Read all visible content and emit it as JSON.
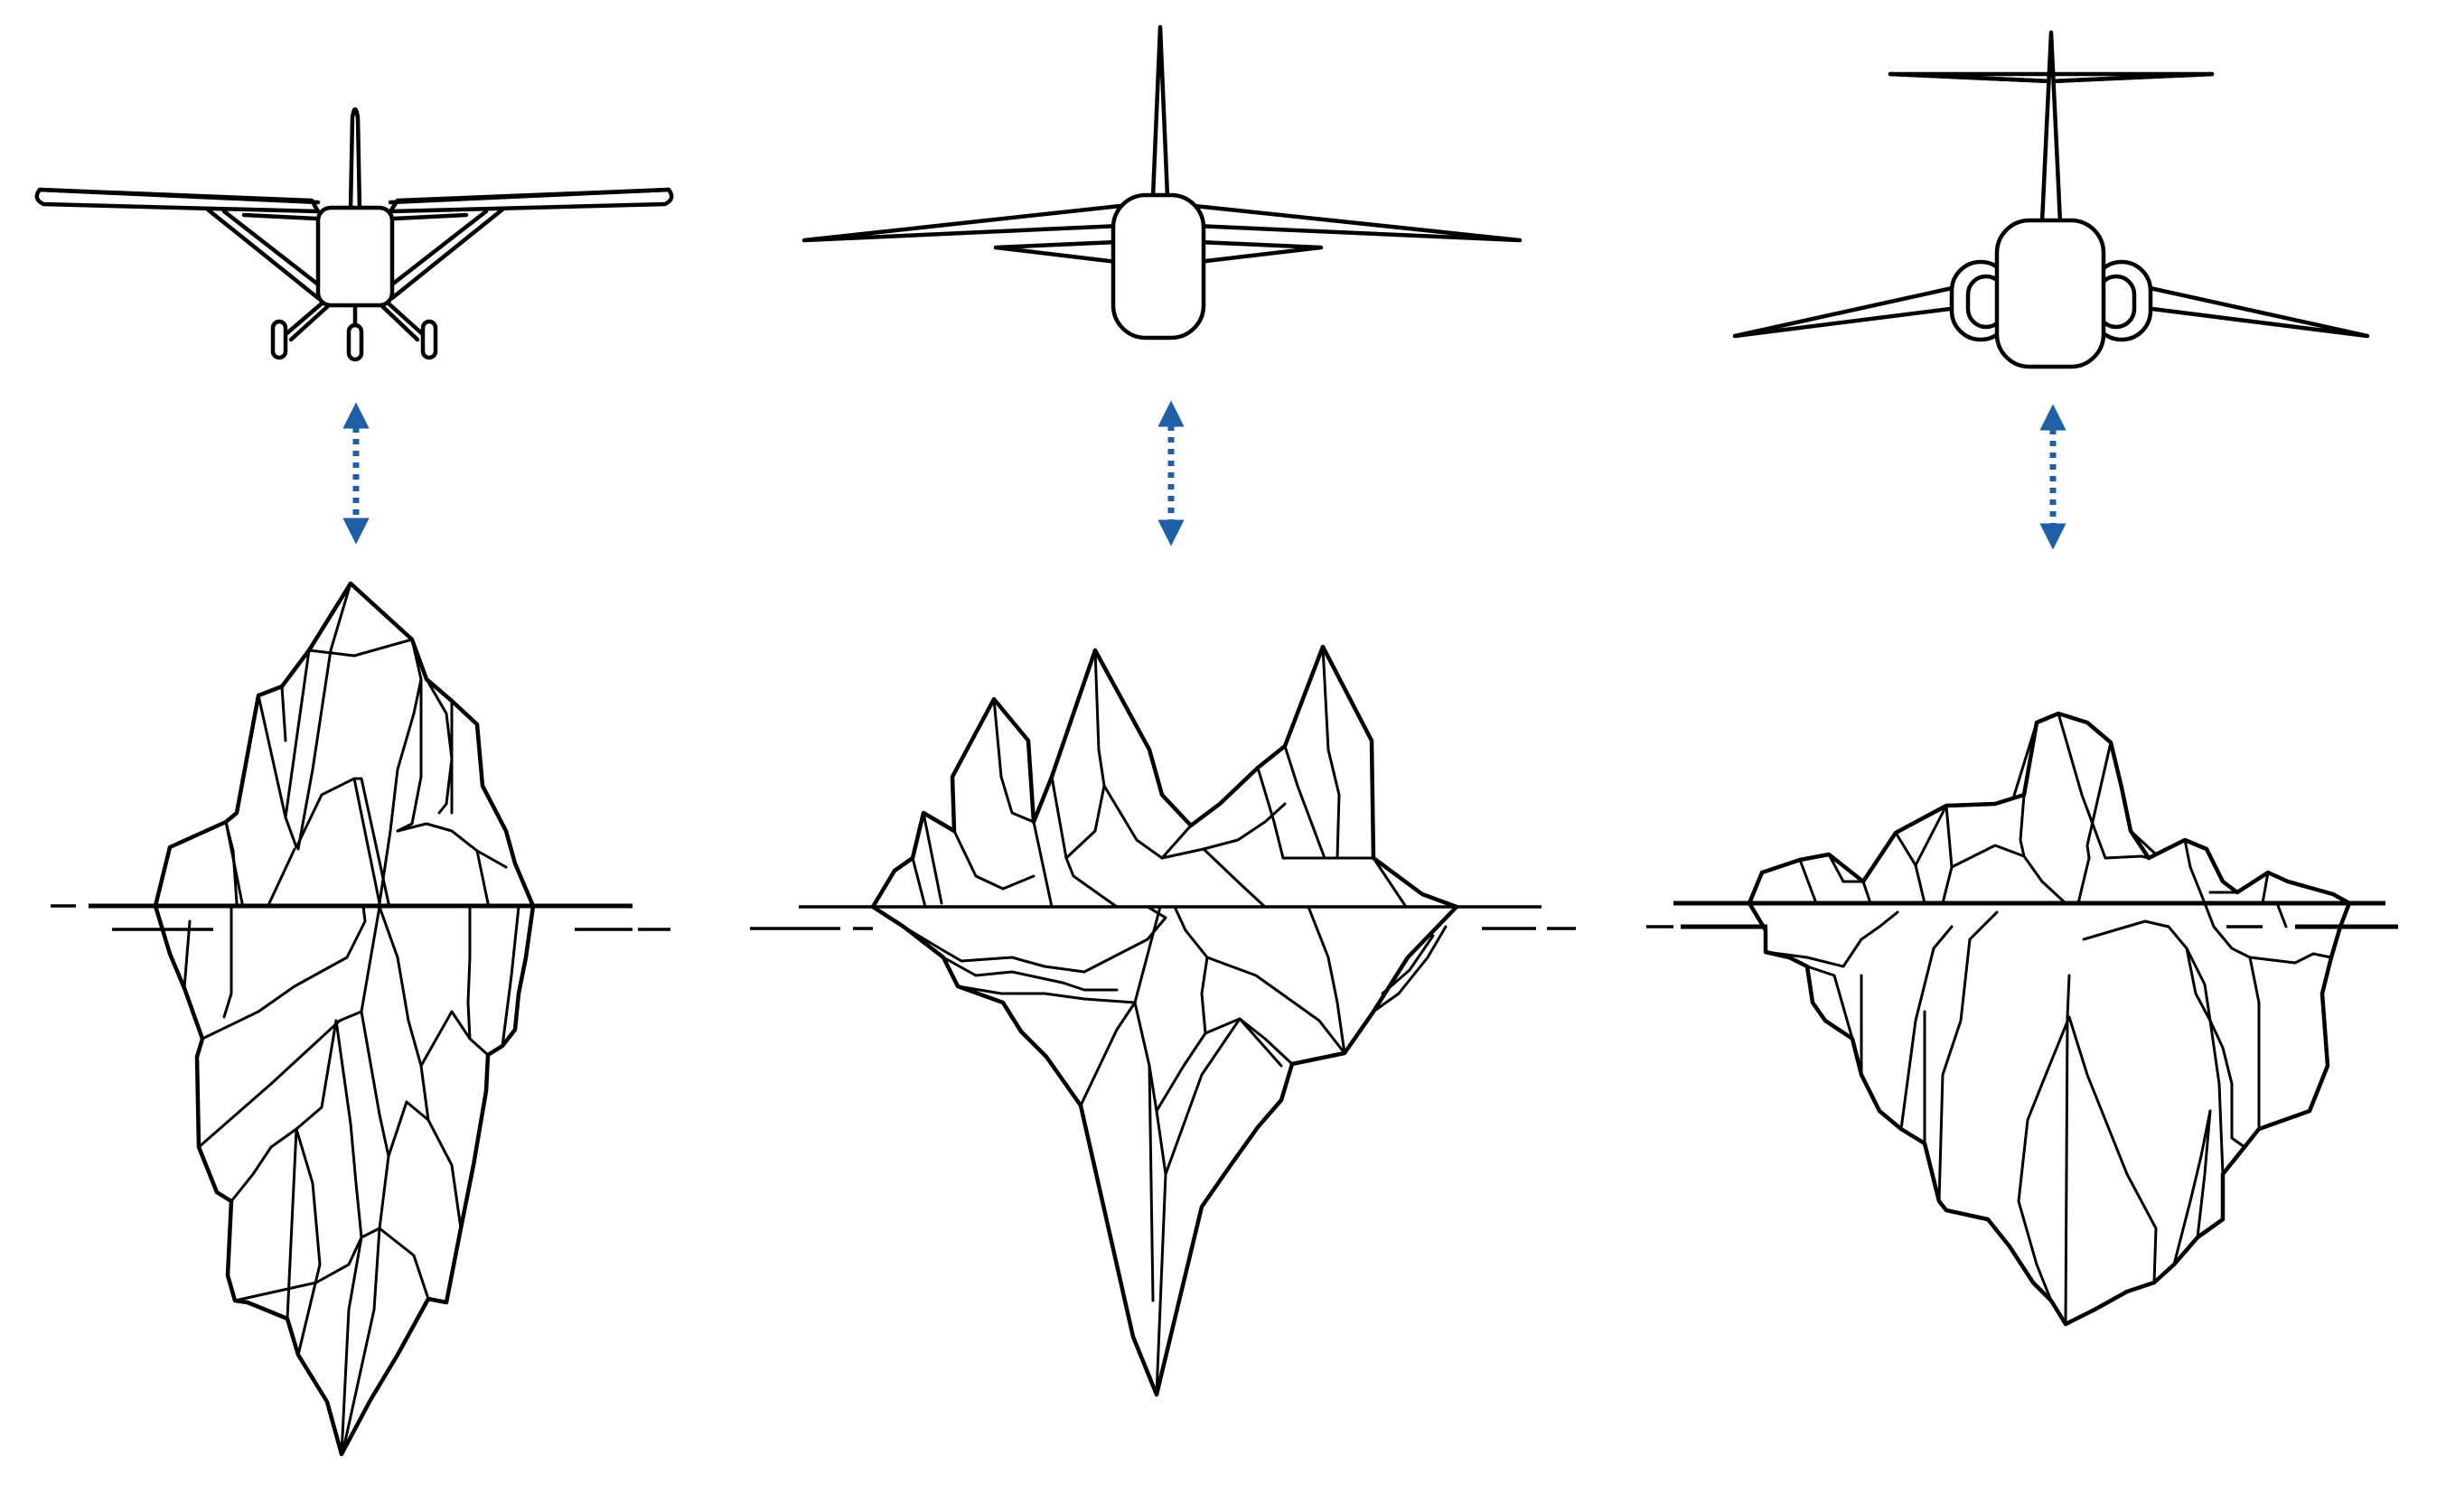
{
  "colors": {
    "ink": "#000000",
    "arrow": "#1f5fa5",
    "background": "#ffffff"
  },
  "panels": [
    {
      "aircraft": "high-wing-propeller-airplane-front-view",
      "iceberg": "tall-iceberg-mostly-submerged",
      "connector": "double-headed-dotted-arrow"
    },
    {
      "aircraft": "low-wing-jet-front-view",
      "iceberg": "three-peak-iceberg-deep-keel",
      "connector": "double-headed-dotted-arrow"
    },
    {
      "aircraft": "t-tail-jet-front-view",
      "iceberg": "wide-flat-iceberg",
      "connector": "double-headed-dotted-arrow"
    }
  ]
}
